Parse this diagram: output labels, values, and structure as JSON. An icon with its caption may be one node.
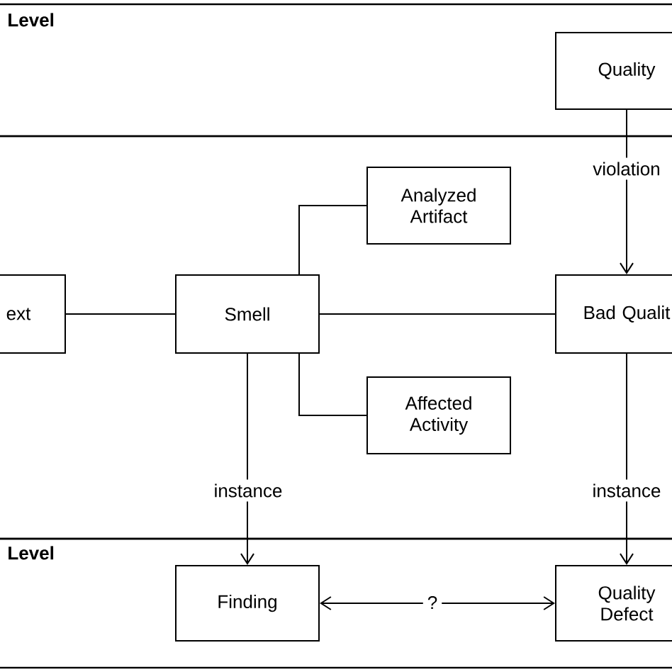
{
  "diagram": {
    "nodes": [
      {
        "text": [
          "Level"
        ]
      },
      {
        "text": [],
        "shape": "band"
      },
      {
        "text": [
          "Level"
        ]
      },
      {
        "text": [
          "Quality"
        ],
        "in": 0
      },
      {
        "text": [
          "ext"
        ],
        "in": 1
      },
      {
        "text": [
          "Smell"
        ],
        "in": 1
      },
      {
        "text": [
          "Analyzed Artifact"
        ],
        "in": 1
      },
      {
        "text": [
          "Affected Activity"
        ],
        "in": 1
      },
      {
        "text": [
          "Bad Qualit"
        ],
        "in": 1
      },
      {
        "text": [
          "Finding"
        ],
        "in": 2
      },
      {
        "text": [
          "Quality Defect"
        ],
        "in": 2
      }
    ],
    "edges": [
      {
        "from": 3,
        "to": 8,
        "arrow": "to",
        "label": "violation"
      },
      {
        "from": 4,
        "to": 5,
        "arrow": "none"
      },
      {
        "from": 5,
        "to": 8,
        "arrow": "none"
      },
      {
        "from": 5,
        "to": 6,
        "arrow": "none"
      },
      {
        "from": 5,
        "to": 7,
        "arrow": "none"
      },
      {
        "from": 5,
        "to": 9,
        "arrow": "to",
        "label": "instance"
      },
      {
        "from": 8,
        "to": 10,
        "arrow": "to",
        "label": "instance"
      },
      {
        "from": 9,
        "to": 10,
        "arrow": "both",
        "label": "?"
      }
    ]
  }
}
